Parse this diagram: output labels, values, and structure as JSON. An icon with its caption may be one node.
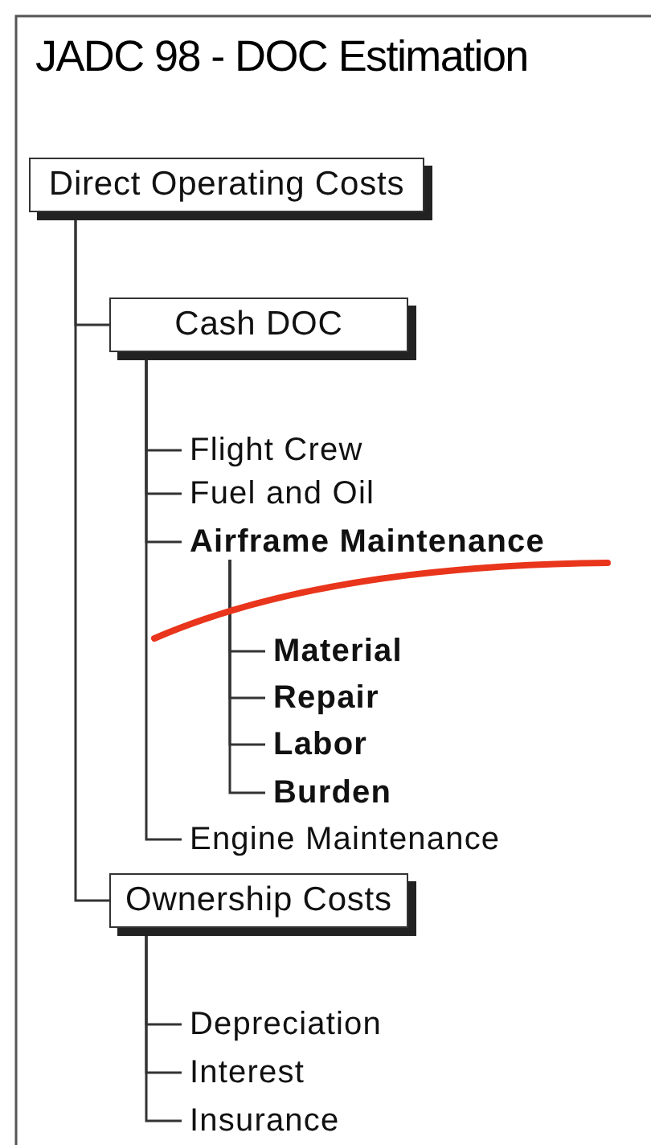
{
  "diagram": {
    "title": "JADC 98 - DOC Estimation",
    "nodes": [
      {
        "text": [
          "Direct Operating Costs"
        ]
      },
      {
        "text": [
          "Cash DOC"
        ]
      },
      {
        "text": [
          "Flight Crew"
        ]
      },
      {
        "text": [
          "Fuel and Oil"
        ]
      },
      {
        "text": [
          "Airframe Maintenance"
        ]
      },
      {
        "text": [
          "Material"
        ]
      },
      {
        "text": [
          "Repair"
        ]
      },
      {
        "text": [
          "Labor"
        ]
      },
      {
        "text": [
          "Burden"
        ]
      },
      {
        "text": [
          "Engine Maintenance"
        ]
      },
      {
        "text": [
          "Ownership Costs"
        ]
      },
      {
        "text": [
          "Depreciation"
        ]
      },
      {
        "text": [
          "Interest"
        ]
      },
      {
        "text": [
          "Insurance"
        ]
      }
    ],
    "edges": [
      {
        "from": 0,
        "to": 1,
        "arrow": "none"
      },
      {
        "from": 1,
        "to": 2,
        "arrow": "none"
      },
      {
        "from": 1,
        "to": 3,
        "arrow": "none"
      },
      {
        "from": 1,
        "to": 4,
        "arrow": "none"
      },
      {
        "from": 4,
        "to": 5,
        "arrow": "none"
      },
      {
        "from": 4,
        "to": 6,
        "arrow": "none"
      },
      {
        "from": 4,
        "to": 7,
        "arrow": "none"
      },
      {
        "from": 4,
        "to": 8,
        "arrow": "none"
      },
      {
        "from": 1,
        "to": 9,
        "arrow": "none"
      },
      {
        "from": 0,
        "to": 10,
        "arrow": "none"
      },
      {
        "from": 10,
        "to": 11,
        "arrow": "none"
      },
      {
        "from": 10,
        "to": 12,
        "arrow": "none"
      },
      {
        "from": 10,
        "to": 13,
        "arrow": "none"
      }
    ]
  }
}
